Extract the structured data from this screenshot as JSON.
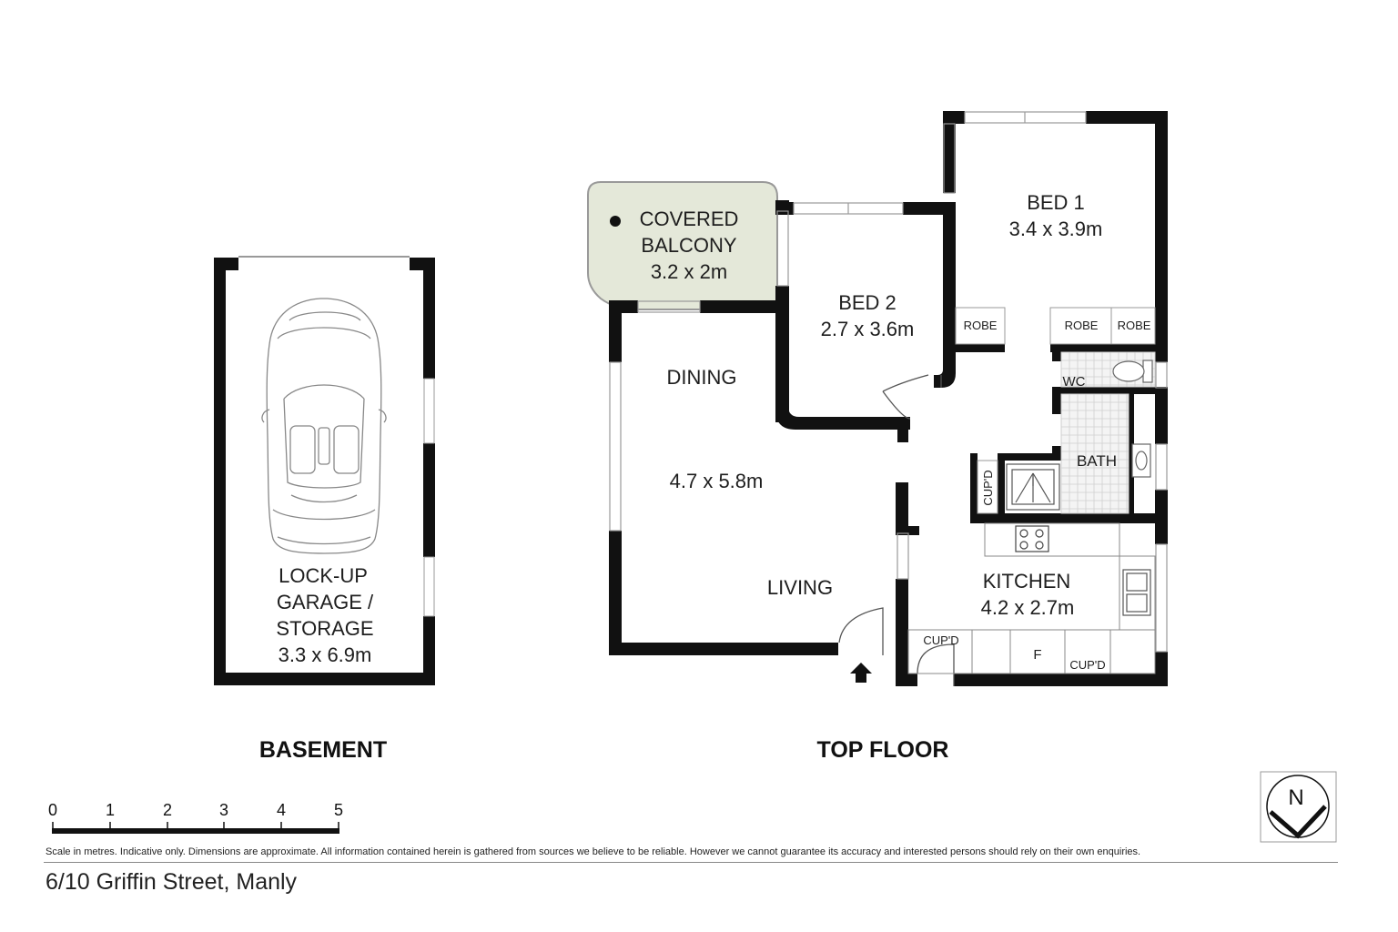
{
  "basement": {
    "heading": "BASEMENT",
    "garage": {
      "line1": "LOCK-UP",
      "line2": "GARAGE /",
      "line3": "STORAGE",
      "size": "3.3 x 6.9m"
    }
  },
  "top_floor": {
    "heading": "TOP FLOOR",
    "balcony": {
      "line1": "COVERED",
      "line2": "BALCONY",
      "size": "3.2 x 2m"
    },
    "bed1": {
      "name": "BED 1",
      "size": "3.4 x 3.9m"
    },
    "bed2": {
      "name": "BED 2",
      "size": "2.7 x 3.6m"
    },
    "dining": {
      "name": "DINING",
      "size": "4.7 x 5.8m"
    },
    "living": {
      "name": "LIVING"
    },
    "kitchen": {
      "name": "KITCHEN",
      "size": "4.2 x 2.7m"
    },
    "robe_labels": [
      "ROBE",
      "ROBE",
      "ROBE"
    ],
    "wc": "WC",
    "bath": "BATH",
    "cupd_vertical": "CUP'D",
    "cupd_left": "CUP'D",
    "cupd_right": "CUP'D",
    "fridge": "F"
  },
  "scale": {
    "ticks": [
      "0",
      "1",
      "2",
      "3",
      "4",
      "5"
    ]
  },
  "compass": {
    "letter": "N"
  },
  "disclaimer": "Scale in metres. Indicative only. Dimensions are approximate. All information contained herein is gathered from sources we believe to be reliable. However we cannot guarantee its accuracy and interested persons should rely on their own enquiries.",
  "address": "6/10 Griffin Street, Manly",
  "colors": {
    "wall": "#111111",
    "balcony_fill": "#e4e8d9",
    "tile": "#cfcfcf"
  }
}
